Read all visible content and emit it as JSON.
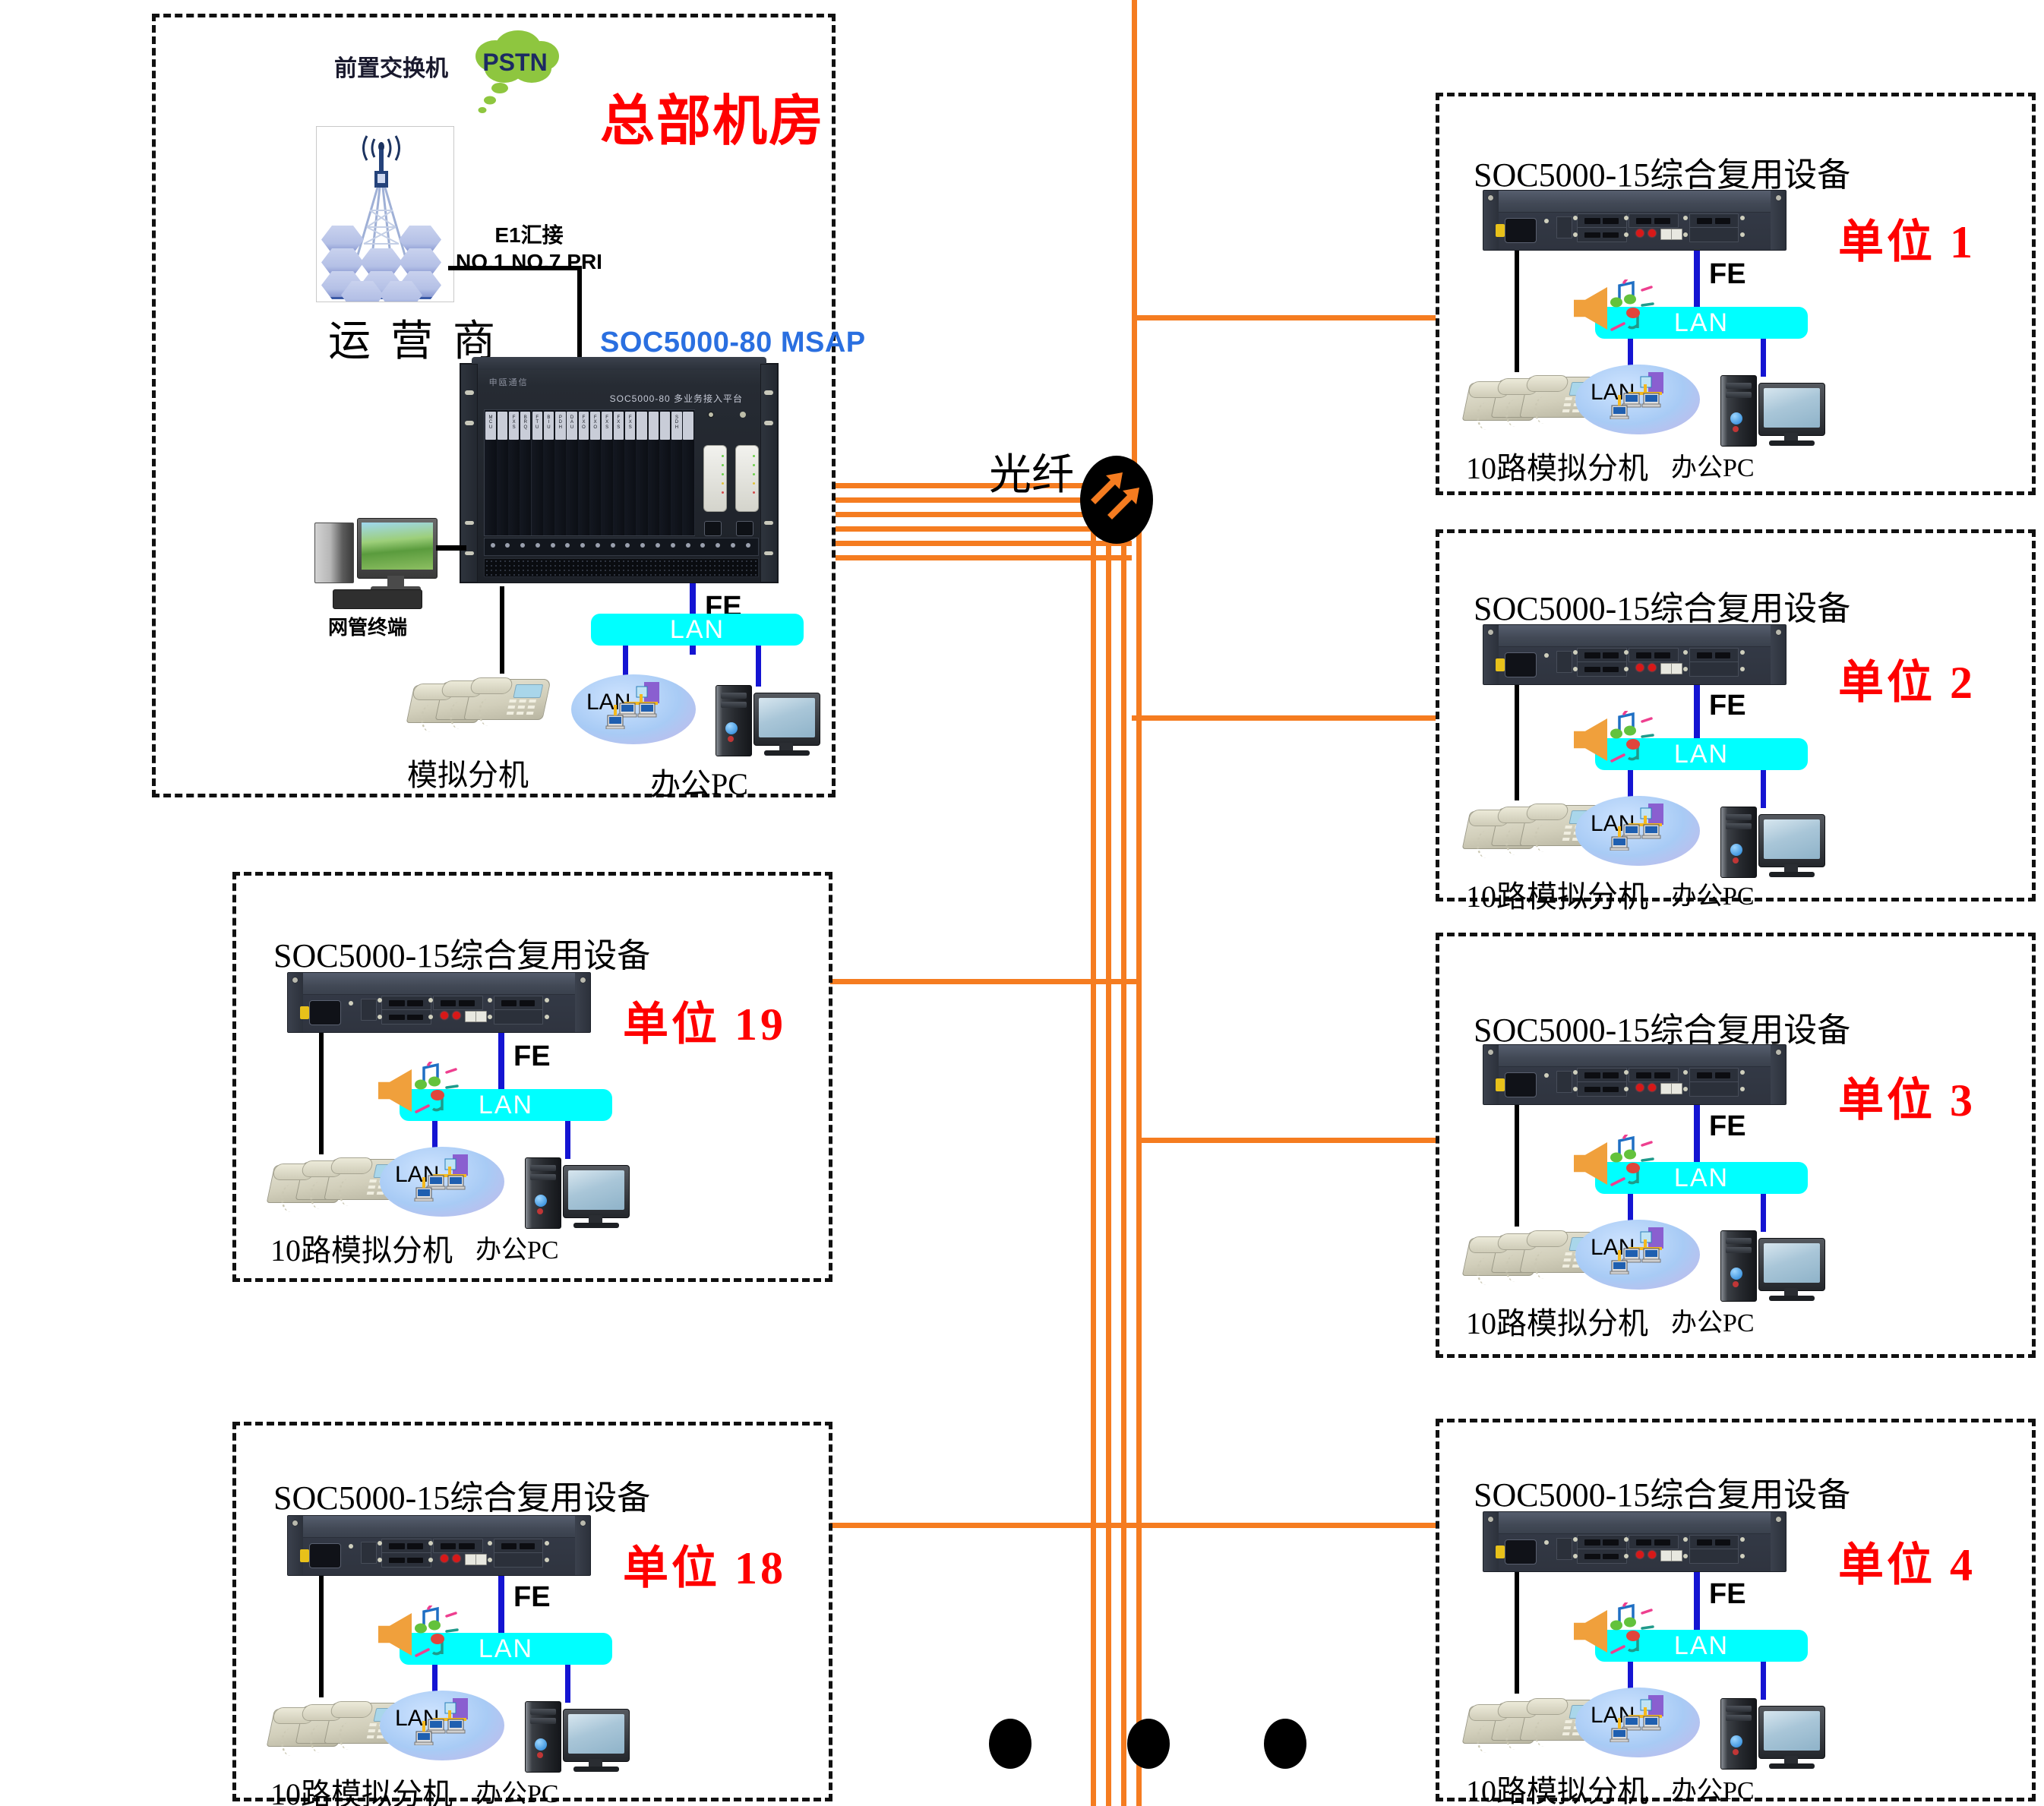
{
  "diagram": {
    "title_hq": "总部机房",
    "fiber_label": "光纤",
    "pstn_cloud": "PSTN",
    "pre_switch_label": "前置交换机",
    "operator_label": "运 营 商",
    "e1_line1": "E1汇接",
    "e1_line2": "NO.1  NO.7  PRI",
    "msap_title": "SOC5000-80 MSAP",
    "msap_model_silk": "SOC5000-80 多业务接入平台",
    "msap_brand_silk": "申瓯通信",
    "nm_terminal_label": "网管终端",
    "fe_label": "FE",
    "lan_bar_label": "LAN",
    "lan_cloud_label": "LAN",
    "hq_phone_label": "模拟分机",
    "hq_pc_label": "办公PC",
    "device15_title": "SOC5000-15综合复用设备",
    "unit_phone_label": "10路模拟分机",
    "unit_pc_label": "办公PC",
    "ellipsis_dots": 3
  },
  "msap_cards": [
    "MCU",
    "",
    "FXS",
    "BRQ",
    "FTU",
    "BIU",
    "PDH",
    "DAU",
    "FXO",
    "FXO",
    "FXS",
    "FXS",
    "FXS",
    "",
    "",
    "",
    "SDH",
    ""
  ],
  "sites": [
    {
      "id": "hq",
      "label": "总部机房"
    },
    {
      "id": "unit1",
      "label": "单位 1",
      "device": "SOC5000-15综合复用设备",
      "phones": "10路模拟分机",
      "pc": "办公PC"
    },
    {
      "id": "unit2",
      "label": "单位 2",
      "device": "SOC5000-15综合复用设备",
      "phones": "10路模拟分机",
      "pc": "办公PC"
    },
    {
      "id": "unit3",
      "label": "单位 3",
      "device": "SOC5000-15综合复用设备",
      "phones": "10路模拟分机",
      "pc": "办公PC"
    },
    {
      "id": "unit4",
      "label": "单位 4",
      "device": "SOC5000-15综合复用设备",
      "phones": "10路模拟分机",
      "pc": "办公PC"
    },
    {
      "id": "unit18",
      "label": "单位 18",
      "device": "SOC5000-15综合复用设备",
      "phones": "10路模拟分机",
      "pc": "办公PC"
    },
    {
      "id": "unit19",
      "label": "单位 19",
      "device": "SOC5000-15综合复用设备",
      "phones": "10路模拟分机",
      "pc": "办公PC"
    }
  ],
  "colors": {
    "fiber_orange": "#f57c20",
    "lan_cyan": "#00ffff",
    "ethernet_blue": "#1414d2",
    "unit_label_red": "#ff0000",
    "msap_title_blue": "#2a6fe0",
    "pstn_green": "#8ec63f",
    "pstn_text": "#1c2a63",
    "dashed_border": "#111111"
  }
}
